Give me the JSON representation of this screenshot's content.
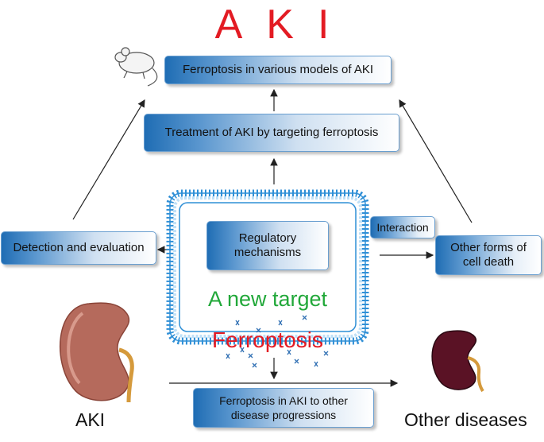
{
  "title": "AKI",
  "boxes": {
    "models": "Ferroptosis in various models of AKI",
    "treatment": "Treatment of AKI by targeting ferroptosis",
    "detection": "Detection and evaluation",
    "regulatory": "Regulatory mechanisms",
    "interaction": "Interaction",
    "other_death": "Other forms of cell death",
    "progression": "Ferroptosis in AKI to other disease progressions"
  },
  "center": {
    "new_target": "A new target",
    "ferroptosis": "Ferroptosis"
  },
  "labels": {
    "aki": "AKI",
    "other_diseases": "Other diseases"
  },
  "colors": {
    "title_red": "#e31b23",
    "target_green": "#22a83a",
    "membrane_blue": "#2f8fd6",
    "box_blue": "#1f6db4"
  }
}
